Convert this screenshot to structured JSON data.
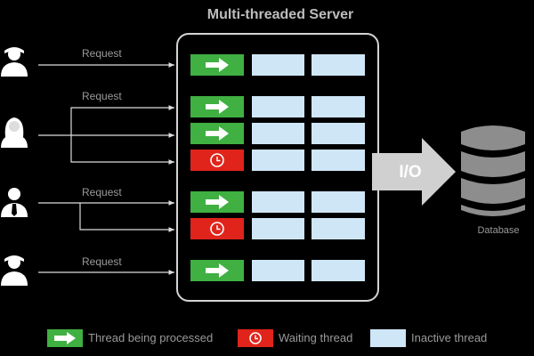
{
  "title": "Multi-threaded Server",
  "request_label": "Request",
  "io_label": "I/O",
  "database_label": "Database",
  "legend": {
    "processed": "Thread being processed",
    "waiting": "Waiting thread",
    "inactive": "Inactive thread"
  },
  "clients": [
    {
      "icon": "male-user-icon",
      "threads": [
        "processed"
      ]
    },
    {
      "icon": "female-user-icon",
      "threads": [
        "processed",
        "processed",
        "waiting"
      ]
    },
    {
      "icon": "businessman-user-icon",
      "threads": [
        "processed",
        "waiting"
      ]
    },
    {
      "icon": "male-user-icon",
      "threads": [
        "processed"
      ]
    }
  ],
  "colors": {
    "background": "#000000",
    "processed": "#3fb041",
    "waiting": "#e0241b",
    "inactive": "#cfe6f7",
    "arrow": "#dddddd",
    "io_arrow": "#d0d0d0",
    "server_border": "#d4d4d4",
    "database": "#8d8d8d",
    "text": "#9a9a9a"
  }
}
